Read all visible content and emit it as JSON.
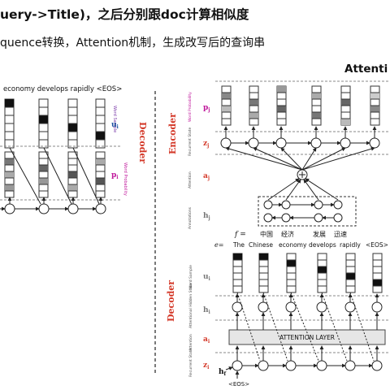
{
  "heading": {
    "line1": "uery->Title)，之后分别跟doc计算相似度",
    "line2": "quence转换，Attention机制，生成改写后的查询串",
    "right_caption": "Attenti"
  },
  "left_diagram": {
    "top_tokens": "economy  develops  rapidly  <EOS>",
    "section_label": "Decoder",
    "word_sample_label": "Word Sample",
    "u_label": "u",
    "u_sub": "i",
    "word_prob_label": "Word Probability",
    "p_label": "p",
    "p_sub": "i"
  },
  "right_diagram": {
    "encoder_label": "Encoder",
    "decoder_label": "Decoder",
    "enc_rows": [
      {
        "note": "Word Probability",
        "sym": "p",
        "sub": "j"
      },
      {
        "note": "Recurrent State",
        "sym": "z",
        "sub": "j"
      },
      {
        "note": "Attention",
        "sym": "a",
        "sub": "j"
      },
      {
        "note": "Annotations",
        "sym": "h",
        "sub": "j"
      }
    ],
    "f_label": "f =",
    "source_words": [
      "中国",
      "经济",
      "发展",
      "迅速"
    ],
    "e_label": "e=",
    "target_words": [
      "The",
      "Chinese",
      "economy",
      "develops",
      "rapidly",
      "<EOS>"
    ],
    "dec_rows": [
      {
        "note": "Word Sample",
        "sym": "u",
        "sub": "i"
      },
      {
        "note": "Attentional Hidden State",
        "sym": "h",
        "sub": "i"
      },
      {
        "note": "Attention",
        "sym": "a",
        "sub": "i"
      },
      {
        "note": "Recurrent State",
        "sym": "z",
        "sub": "i"
      }
    ],
    "attention_layer": "ATTENTION LAYER",
    "hf_label": "h",
    "hf_sub": "f",
    "eos_bottom": "<EOS>"
  }
}
